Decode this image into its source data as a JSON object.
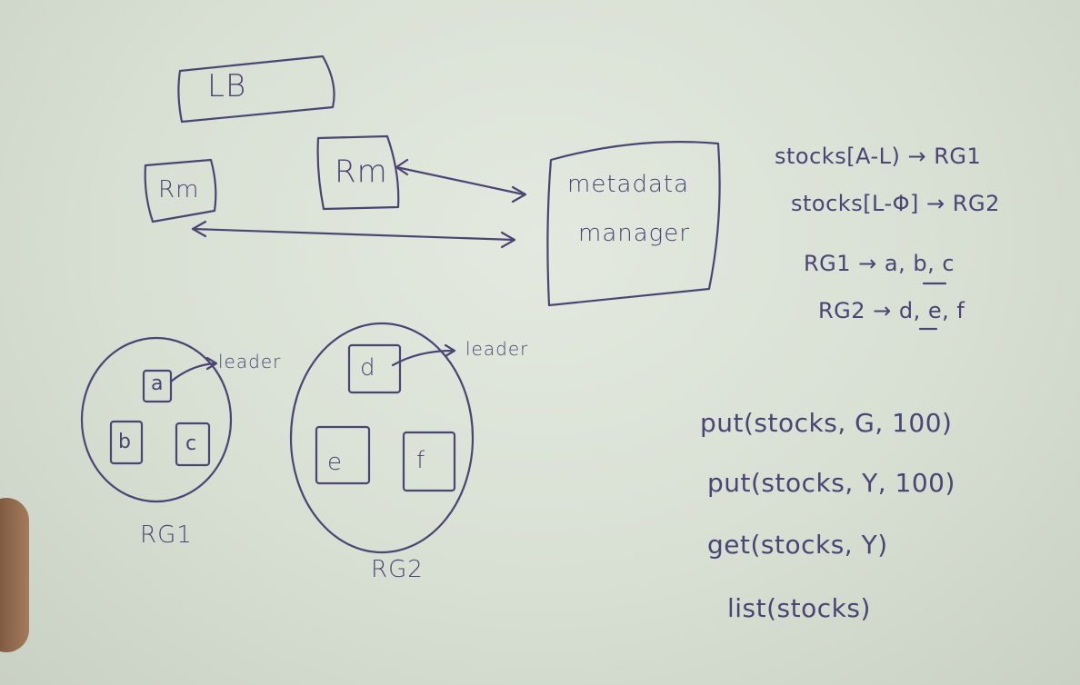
{
  "board": {
    "load_balancer": "LB",
    "request_managers": [
      "Rm",
      "Rm"
    ],
    "metadata_manager": {
      "line1": "metadata",
      "line2": "manager"
    },
    "groups": [
      {
        "label": "RG1",
        "nodes": [
          "a",
          "b",
          "c"
        ],
        "leader_label": "leader"
      },
      {
        "label": "RG2",
        "nodes": [
          "d",
          "e",
          "f"
        ],
        "leader_label": "leader"
      }
    ],
    "mappings": [
      "stocks[A-L) → RG1",
      "stocks[L-Φ] → RG2",
      "RG1 → a, b, c",
      "RG2 → d, e, f"
    ],
    "operations": [
      "put(stocks, G, 100)",
      "put(stocks, Y, 100)",
      "get(stocks, Y)",
      "list(stocks)"
    ]
  }
}
